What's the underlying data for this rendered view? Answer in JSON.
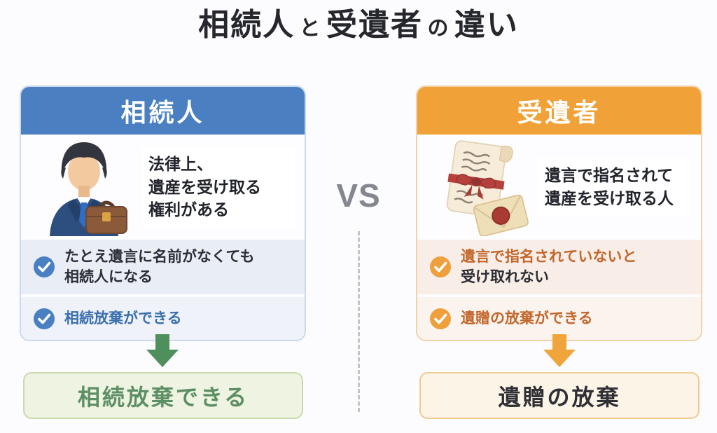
{
  "title": {
    "part1": "相続人",
    "part2": "と",
    "part3": "受遺者",
    "part4": "の",
    "part5": "違い"
  },
  "vs_label": "VS",
  "left_card": {
    "header": "相続人",
    "desc": [
      "法律上、",
      "遺産を受け取る",
      "権利がある"
    ],
    "points": [
      {
        "line1": "たとえ遺言に名前がなくても",
        "line2": "相続人になる"
      },
      {
        "line1": "相続放棄ができる",
        "line2": ""
      }
    ],
    "result": "相続放棄できる"
  },
  "right_card": {
    "header": "受遺者",
    "desc": [
      "遺言で指名されて",
      "遺産を受け取る人"
    ],
    "points": [
      {
        "line1": "遺言で指名されていないと",
        "line2": "受け取れない"
      },
      {
        "line1": "遺贈の放棄ができる",
        "line2": ""
      }
    ],
    "result": "遺贈の放棄"
  },
  "icons": {
    "left_illustration": "businessman-with-briefcase",
    "right_illustration": "will-scroll-and-sealed-envelope",
    "check": "check-icon",
    "arrow": "down-arrow-icon"
  },
  "colors": {
    "left_accent": "#4a80c1",
    "left_text_accent": "#3a6fae",
    "left_arrow": "#4e8f5b",
    "left_result_bg": "#eef3e2",
    "left_result_border": "#ccd9ac",
    "left_result_text": "#5c8f63",
    "right_accent": "#f0a239",
    "right_text_accent": "#c2662b",
    "right_arrow": "#f0a43c",
    "right_result_bg": "#fcf4e6",
    "right_result_border": "#efca92",
    "right_result_text": "#2f2f35",
    "vs_color": "#84878f",
    "title_color": "#26272d"
  }
}
